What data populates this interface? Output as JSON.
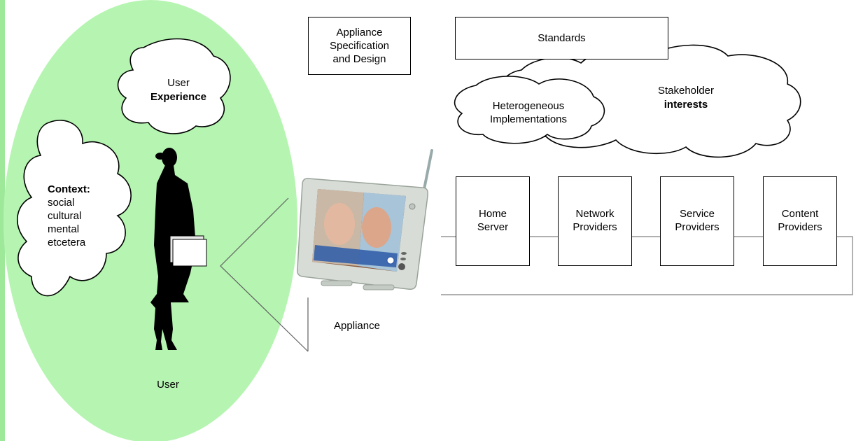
{
  "colors": {
    "user_zone": "#b5f5b1",
    "left_edge_strip": "#9ee89a",
    "line": "#000000",
    "connector_line": "#808080"
  },
  "user": {
    "label": "User",
    "experience_cloud": {
      "line1": "User",
      "line2": "Experience"
    },
    "context_cloud": {
      "heading": "Context:",
      "items": [
        "social",
        "cultural",
        "mental",
        "etcetera"
      ]
    },
    "figure_icon": "woman-silhouette-icon"
  },
  "appliance": {
    "label": "Appliance",
    "spec_box": [
      "Appliance",
      "Specification",
      "and Design"
    ],
    "device_icon": "tablet-device-icon"
  },
  "standards": {
    "label": "Standards"
  },
  "stakeholder_cloud": {
    "line1": "Stakeholder",
    "line2": "interests"
  },
  "heterogeneous_cloud": {
    "line1": "Heterogeneous",
    "line2": "Implementations"
  },
  "providers": [
    {
      "line1": "Home",
      "line2": "Server"
    },
    {
      "line1": "Network",
      "line2": "Providers"
    },
    {
      "line1": "Service",
      "line2": "Providers"
    },
    {
      "line1": "Content",
      "line2": "Providers"
    }
  ]
}
